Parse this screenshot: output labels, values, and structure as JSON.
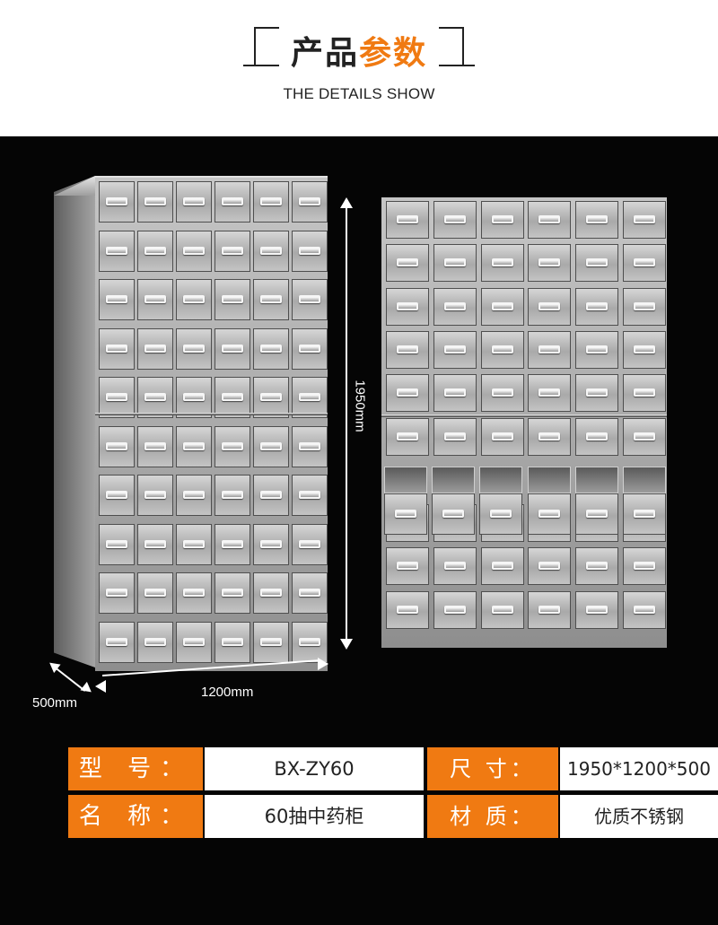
{
  "header": {
    "title_dark": "产品",
    "title_orange": "参数",
    "subtitle": "THE DETAILS SHOW"
  },
  "dimensions": {
    "height_label": "1950mm",
    "width_label": "1200mm",
    "depth_label": "500mm"
  },
  "specs": [
    {
      "key1": "型 号：",
      "val1": "BX-ZY60",
      "key2": "尺 寸：",
      "val2": "1950*1200*500"
    },
    {
      "key1": "名 称：",
      "val1": "60抽中药柜",
      "key2": "材 质：",
      "val2": "优质不锈钢"
    }
  ],
  "colors": {
    "accent": "#f07a12",
    "background": "#050505"
  }
}
